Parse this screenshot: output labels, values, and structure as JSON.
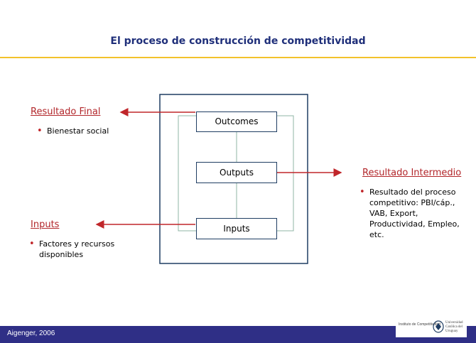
{
  "slide": {
    "title": "El proceso de construcción de competitividad",
    "footer_credit": "Aigenger, 2006"
  },
  "diagram": {
    "nodes": {
      "outcomes": "Outcomes",
      "outputs": "Outputs",
      "inputs": "Inputs"
    }
  },
  "sections": {
    "resultado_final": {
      "title": "Resultado Final",
      "bullets": [
        "Bienestar social"
      ]
    },
    "resultado_intermedio": {
      "title": "Resultado Intermedio",
      "bullets": [
        "Resultado del proceso competitivo: PBI/cáp., VAB, Export, Productividad, Empleo, etc."
      ]
    },
    "inputs": {
      "title": "Inputs",
      "bullets": [
        "Factores y recursos disponibles"
      ]
    }
  },
  "logos": {
    "institute": "Instituto de Competitividad",
    "university": "Universidad Católica del Uruguay"
  },
  "colors": {
    "title": "#1f2f7a",
    "rule": "#f3c22b",
    "accent_red": "#b2262a",
    "footer_band": "#2f2f86",
    "frame": "#1f3d62",
    "connector": "#8fb6a6"
  }
}
